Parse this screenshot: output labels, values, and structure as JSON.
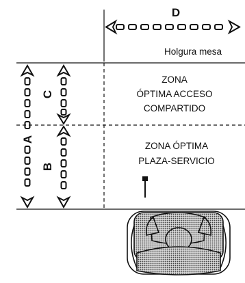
{
  "dimensions": {
    "width_label": "D",
    "height_total_label": "A",
    "height_service_label": "B",
    "height_shared_label": "C"
  },
  "table": {
    "clearance_label": "Holgura mesa"
  },
  "zones": {
    "shared_line1": "ZONA",
    "shared_line2": "ÓPTIMA ACCESO",
    "shared_line3": "COMPARTIDO",
    "service_line1": "ZONA ÓPTIMA",
    "service_line2": "PLAZA-SERVICIO"
  },
  "colors": {
    "ink": "#111111",
    "person_fill": "#b8b8b8",
    "background": "#ffffff"
  }
}
